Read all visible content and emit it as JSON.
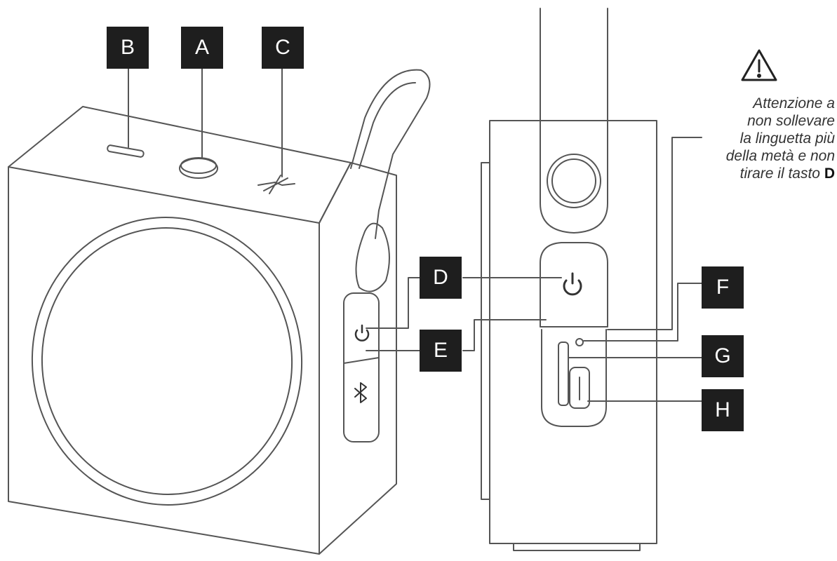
{
  "labels": {
    "a": "A",
    "b": "B",
    "c": "C",
    "d": "D",
    "e": "E",
    "f": "F",
    "g": "G",
    "h": "H"
  },
  "warning": {
    "line1": "Attenzione a",
    "line2": "non sollevare",
    "line3": "la linguetta più",
    "line4": "della metà e non",
    "line5_text": "tirare il tasto ",
    "line5_key": "D"
  },
  "colors": {
    "label_background": "#1e1e1e",
    "label_text": "#ffffff",
    "line_art": "#555555"
  },
  "icons": [
    "warning-triangle-icon",
    "power-icon",
    "bluetooth-icon"
  ]
}
